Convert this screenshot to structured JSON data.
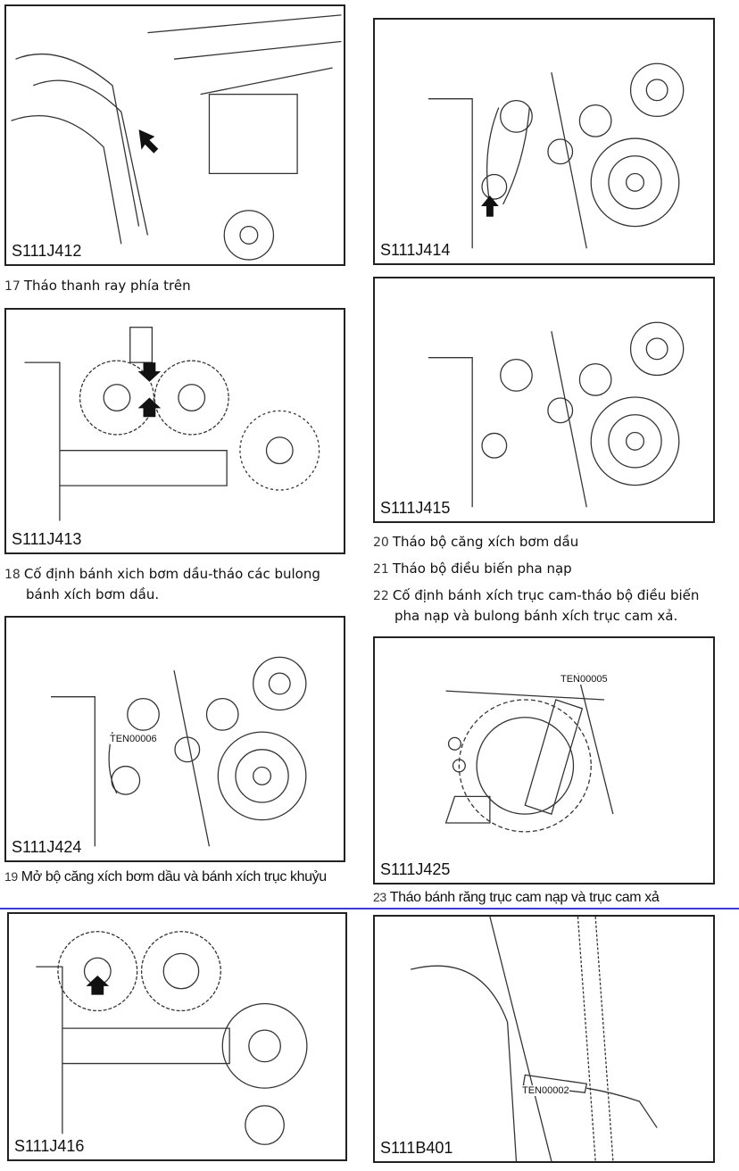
{
  "figures": [
    {
      "label": "S111J412"
    },
    {
      "label": "S111J414"
    },
    {
      "label": "S111J413"
    },
    {
      "label": "S111J415"
    },
    {
      "label": "S111J424",
      "callout": "TEN00006"
    },
    {
      "label": "S111J425",
      "callout": "TEN00005"
    },
    {
      "label": "S111J416"
    },
    {
      "label": "S111B401",
      "callout": "TEN00002"
    }
  ],
  "steps": [
    {
      "num": "17",
      "text": "Tháo thanh ray phía trên"
    },
    {
      "num": "18",
      "line1": "Cố định bánh xich bơm dầu-tháo các bulong",
      "line2": "bánh xích bơm dầu."
    },
    {
      "num": "19",
      "text": "Mở bộ căng xích bơm dầu và bánh xích trục khuỷu"
    },
    {
      "num": "20",
      "text": "Tháo bộ căng xích bơm dầu"
    },
    {
      "num": "21",
      "text": "Tháo bộ điều biến pha nạp"
    },
    {
      "num": "22",
      "line1": "Cố định bánh xích trục cam-tháo bộ điều biến",
      "line2": "pha nạp và bulong bánh xích trục cam xả."
    },
    {
      "num": "23",
      "text": "Tháo bánh răng trục cam nạp và trục cam xả"
    }
  ],
  "colors": {
    "divider": "#3b3bd6"
  }
}
